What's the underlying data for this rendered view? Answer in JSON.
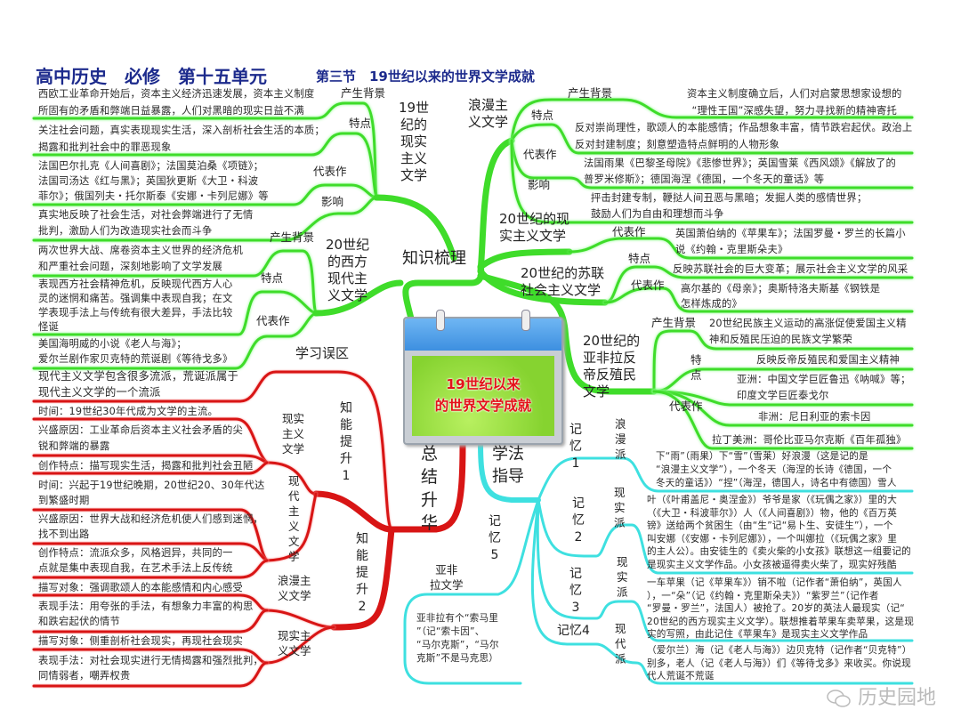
{
  "title": {
    "main": "高中历史　必修　第十五单元",
    "section": "第三节　19世纪以来的世界文学成就"
  },
  "center_card": "19世纪以来\n的世界文学成就",
  "knowledge": {
    "label": "知识梳理",
    "realism19": {
      "label": "19世\n纪的\n现实\n主义\n文学",
      "items": [
        {
          "key": "产生背景",
          "text": "西欧工业革命开始后，资本主义经济迅速发展，资本主义制度\n所固有的矛盾和弊端日益暴露，人们对黑暗的现实日益不满"
        },
        {
          "key": "特点",
          "text": "关注社会问题，真实表现现实生活，深入剖析社会生活的本质；\n揭露和批判社会中的罪恶现象"
        },
        {
          "key": "代表作",
          "text": "法国巴尔扎克《人间喜剧》；法国莫泊桑《项链》；\n法国司汤达《红与黑》；英国狄更斯《大卫・科波\n菲尔》；俄国列夫・托尔斯泰《安娜・卡列尼娜》等"
        },
        {
          "key": "影响",
          "text": "真实地反映了社会生活，对社会弊端进行了无情\n批判，激励人们为改造现实社会而斗争"
        }
      ]
    },
    "modernism20": {
      "label": "20世纪\n的西方\n现代主\n义文学",
      "items": [
        {
          "key": "产生背景",
          "text": "两次世界大战、席卷资本主义世界的经济危机\n和严重社会问题，深刻地影响了文学发展"
        },
        {
          "key": "特点",
          "text": "表现西方社会精神危机，反映现代西方人心\n灵的迷惘和痛苦。强调集中表现自我；在文\n学表现手法上与传统有很大差异，手法比较\n怪诞"
        },
        {
          "key": "代表作",
          "text": "美国海明威的小说《老人与海》；\n爱尔兰剧作家贝克特的荒诞剧《等待戈多》"
        }
      ]
    },
    "romanticism": {
      "label": "浪漫主\n义文学",
      "items": [
        {
          "key": "产生背景",
          "text": "资本主义制度确立后，人们对启蒙思想家设想的\n“理性王国”深感失望，努力寻找新的精神寄托"
        },
        {
          "key": "特点",
          "text": "反对崇尚理性，歌颂人的本能感情；作品想象丰富，情节跌宕起伏。政治上\n反对封建制度；刻意塑造特点鲜明的人物形象"
        },
        {
          "key": "代表作",
          "text": "法国雨果《巴黎圣母院》《悲惨世界》；英国雪莱《西风颂》《解放了的\n普罗米修斯》；德国海涅《德国，一个冬天的童话》等"
        },
        {
          "key": "影响",
          "text": "抨击封建专制，鞭挞人间丑恶与黑暗；发掘人类的感情世界；\n鼓励人们为自由和理想而斗争"
        }
      ]
    },
    "realism20": {
      "label": "20世纪的现\n实主义文学",
      "items": [
        {
          "key": "代表作",
          "text": "英国萧伯纳的《苹果车》；法国罗曼・罗兰的长篇小\n说《约翰・克里斯朵夫》"
        }
      ]
    },
    "soviet": {
      "label": "20世纪的苏联\n社会主义文学",
      "items": [
        {
          "key": "特点",
          "text": "反映苏联社会的巨大变革；展示社会主义文学的风采"
        },
        {
          "key": "代表作",
          "text": "高尔基的《母亲》；奥斯特洛夫斯基《钢铁是\n怎样炼成的》"
        }
      ]
    },
    "afroasian": {
      "label": "20世纪的\n亚非拉反\n帝反殖民\n文学",
      "bg_key": "产生背景",
      "bg_text": "20世纪民族主义运动的高涨促使爱国主义精\n神和反殖民压迫的民族文学繁荣",
      "feat_key": "特\n点",
      "feat_text": "反映反帝反殖民和爱国主义精神",
      "works_key": "代表作",
      "works": [
        "亚洲：中国文学巨匠鲁迅《呐喊》等；\n印度文学巨匠泰戈尔",
        "非洲：尼日利亚的索卡因",
        "拉丁美洲：哥伦比亚马尔克斯《百年孤独》"
      ]
    }
  },
  "summary": {
    "label": "总\n结\n升\n华",
    "pitfall_label": "学习误区",
    "pitfall_text": "现代主义文学包含很多流派，荒诞派属于\n现代主义文学的一个流派",
    "k1": {
      "label": "知\n能\n提\n升\n1",
      "realism_label": "现实\n主义\n文学",
      "realism": [
        "时间：19世纪30年代成为文学的主流。",
        "兴盛原因：工业革命后资本主义社会矛盾的尖\n锐和弊端的暴露",
        "创作特点：描写现实生活，揭露和批判社会丑陋"
      ],
      "modern_label": "现\n代\n主\n义\n文\n学",
      "modern": [
        "时间：兴起于19世纪晚期，20世纪20、30年代达\n到繁盛时期",
        "兴盛原因：世界大战和经济危机使人们感到迷惘，\n找不到出路",
        "创作特点：流派众多，风格迥异，共同的一\n点就是集中表现自我，在艺术手法上反传统"
      ]
    },
    "k2": {
      "label": "知\n能\n提\n升\n2",
      "romantic_label": "浪漫主\n义文学",
      "romantic": [
        "描写对象：强调歌颂人的本能感情和内心感受",
        "表现手法：用夸张的手法，有想象力丰富的构思\n和跌宕起伏的情节"
      ],
      "realism_label": "现实主\n义文学",
      "realism": [
        "描写对象：侧重剖析社会现实，再现社会现实",
        "表现手法：对社会现实进行无情揭露和强烈批判，\n同情弱者，嘲弄权贵"
      ]
    }
  },
  "method": {
    "label": "学法\n指导",
    "m1": {
      "label": "记\n忆\n1",
      "school": "浪\n漫\n派",
      "text": "下“雨”（雨果）下“雪”（雪莱）好浪漫（这是记的是\n“浪漫主义文学”），一个冬天（海涅的长诗《德国，一个\n冬天的童话》）“捏”（海涅，德国人，诗名中有德国）雪人"
    },
    "m2": {
      "label": "记\n忆\n2",
      "school": "现\n实\n派",
      "text": "叶（《叶甫盖尼・奥涅金》）爷爷是家（《玩偶之家》）里的大\n（《大卫・科波菲尔》）人（《人间喜剧》）物，他的《百万英\n镑》送给两个贫困生（由“生”记“易卜生、安徒生”），一个\n叫安娜（《安娜・卡列尼娜》），一个叫娜拉（《玩偶之家》里\n的主人公）。由安徒生的《卖火柴的小女孩》联想这一组要记的\n是现实主义文学作品。小女孩被逼得卖火柴了，现实好残酷"
    },
    "m3": {
      "label": "记\n忆\n3",
      "school": "现\n实\n派",
      "text": "一车苹果（记《苹果车》）销不啦（记作者“萧伯纳”，英国人\n），一“朵”（记《约翰・克里斯朵夫》）“紫罗兰”（记作者\n“罗曼・罗兰”，法国人）被抢了。20岁的英法人最现实（记“\n20世纪的西方现实主义文学）。联想推着苹果车卖苹果，这是现\n实的写照，由此记住《苹果车》是现实主义文学作品"
    },
    "m4": {
      "label": "记忆4",
      "school": "现\n代\n派",
      "text": "（爱尔兰）海（记《老人与海》）边贝克特（记作者“贝克特”）\n别多，老人（记《老人与海》）们《等待戈多》来收买。你说现\n代人荒诞不荒诞"
    },
    "m5": {
      "label": "记\n忆\n5",
      "school": "亚非\n拉文学",
      "text": "亚非拉有个“索马里\n”（记“索卡因”、\n“马尔克斯”，“马尔\n克斯”不是马克思）"
    }
  },
  "watermark": "历史园地",
  "colors": {
    "knowledge": "#3fdc2a",
    "summary": "#d81515",
    "method": "#3ee0e0",
    "title": "#1c2a8c",
    "card_text": "#e4121a"
  }
}
